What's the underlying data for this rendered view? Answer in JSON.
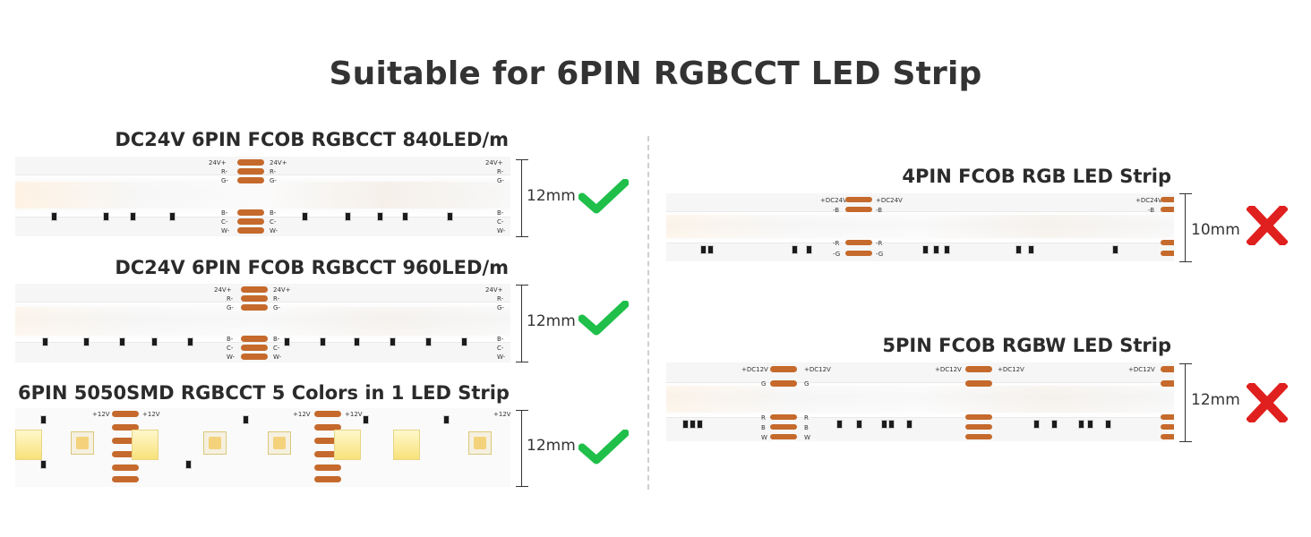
{
  "title": "Suitable for 6PIN RGBCCT LED Strip",
  "colors": {
    "check": "#1fbf4a",
    "cross": "#e0201e",
    "pad": "#c56a2c"
  },
  "strips": [
    {
      "id": "s1",
      "label": "DC24V 6PIN FCOB RGBCCT 840LED/m",
      "width": "12mm",
      "compatible": true,
      "icon": "check-icon"
    },
    {
      "id": "s2",
      "label": "DC24V 6PIN FCOB RGBCCT 960LED/m",
      "width": "12mm",
      "compatible": true,
      "icon": "check-icon"
    },
    {
      "id": "s3",
      "label": "6PIN 5050SMD RGBCCT 5 Colors in 1 LED Strip",
      "width": "12mm",
      "compatible": true,
      "icon": "check-icon"
    },
    {
      "id": "s4",
      "label": "4PIN FCOB RGB LED Strip",
      "width": "10mm",
      "compatible": false,
      "icon": "cross-icon"
    },
    {
      "id": "s5",
      "label": "5PIN FCOB RGBW LED Strip",
      "width": "12mm",
      "compatible": false,
      "icon": "cross-icon"
    }
  ],
  "pads": {
    "rgbcct_top": [
      "24V+",
      "R-",
      "G-"
    ],
    "rgbcct_bottom": [
      "B-",
      "C-",
      "W-"
    ],
    "smd_top": [
      "+12V"
    ],
    "rgb_top": [
      "+DC24V",
      "-B"
    ],
    "rgb_bottom": [
      "-R",
      "-G"
    ],
    "rgbw_top": [
      "+DC12V",
      "G"
    ],
    "rgbw_bottom": [
      "R",
      "B",
      "W"
    ]
  }
}
